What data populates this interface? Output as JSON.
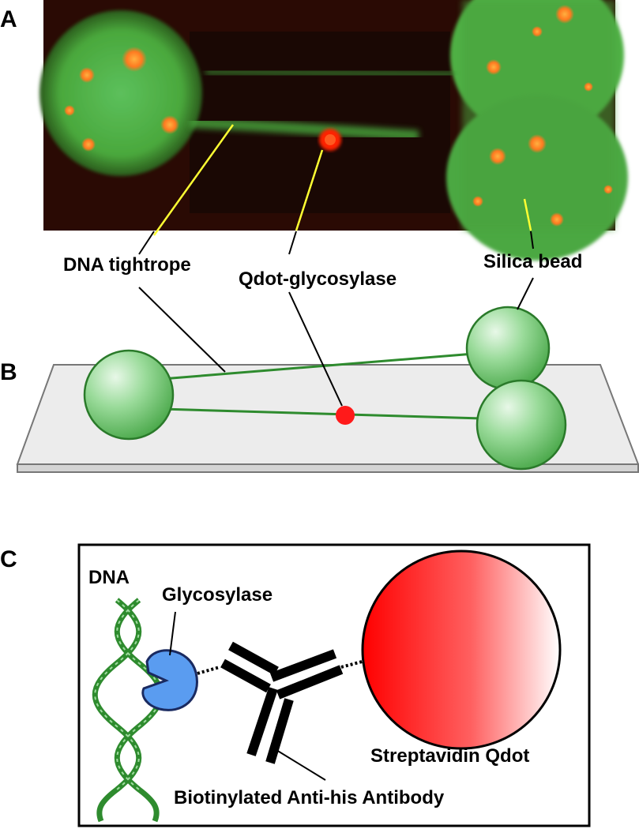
{
  "panels": {
    "a": "A",
    "b": "B",
    "c": "C"
  },
  "labels": {
    "dna_tightrope": "DNA tightrope",
    "qdot_glycosylase": "Qdot-glycosylase",
    "silica_bead": "Silica bead",
    "dna": "DNA",
    "glycosylase": "Glycosylase",
    "streptavidin_qdot": "Streptavidin Qdot",
    "antibody": "Biotinylated Anti-his Antibody"
  },
  "colors": {
    "dna_green": "#2e8b2e",
    "bead_green": "#7fcf7f",
    "qdot_red": "#ff1a1a",
    "glycosylase_blue": "#5a9cf0",
    "annotation_yellow": "#ffff33"
  }
}
